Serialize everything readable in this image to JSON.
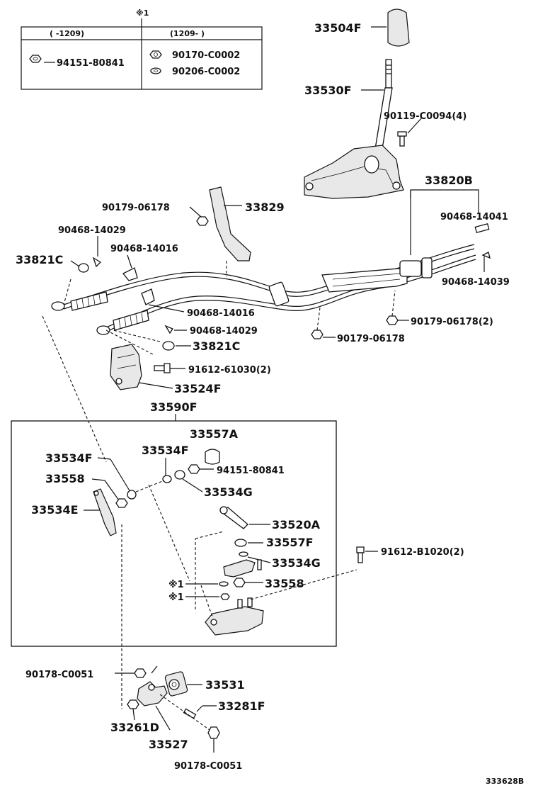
{
  "note_mark": "※1",
  "legend": {
    "col1_header": "(   -1209)",
    "col2_header": "(1209-   )",
    "col1_part": "94151-80841",
    "col2_parts": [
      "90170-C0002",
      "90206-C0002"
    ]
  },
  "labels": {
    "p33504F": "33504F",
    "p33530F": "33530F",
    "p90119": "90119-C0094(4)",
    "p33820B": "33820B",
    "p90468_14041": "90468-14041",
    "p90468_14039": "90468-14039",
    "p90179_a": "90179-06178",
    "p33829": "33829",
    "p90468_14029_a": "90468-14029",
    "p90468_14016_a": "90468-14016",
    "p33821C_a": "33821C",
    "p90468_14016_b": "90468-14016",
    "p90468_14029_b": "90468-14029",
    "p33821C_b": "33821C",
    "p91612_61030": "91612-61030(2)",
    "p33524F": "33524F",
    "p90179_b": "90179-06178(2)",
    "p90179_c": "90179-06178",
    "p33590F": "33590F",
    "p33557A": "33557A",
    "p33534F_a": "33534F",
    "p33534F_b": "33534F",
    "p94151": "94151-80841",
    "p33558_a": "33558",
    "p33534G_a": "33534G",
    "p33534E": "33534E",
    "p33520A": "33520A",
    "p33557F": "33557F",
    "p33534G_b": "33534G",
    "p91612_B1020": "91612-B1020(2)",
    "p33558_b": "33558",
    "note1": "※1",
    "note2": "※1",
    "p90178_a": "90178-C0051",
    "p33531": "33531",
    "p33281F": "33281F",
    "p33261D": "33261D",
    "p33527": "33527",
    "p90178_b": "90178-C0051"
  },
  "figure_code": "333628B"
}
